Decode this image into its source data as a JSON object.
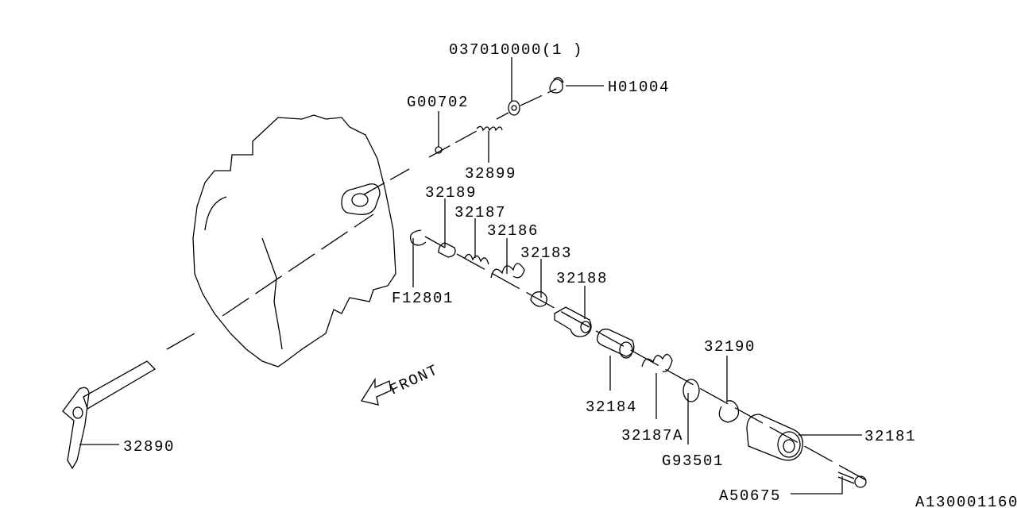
{
  "parts": {
    "washer": "037010000(1 )",
    "plug": "H01004",
    "ball": "G00702",
    "spring_top": "32899",
    "part_32189": "32189",
    "part_32187": "32187",
    "part_32186": "32186",
    "part_32183": "32183",
    "part_32188": "32188",
    "snap_ring_f": "F12801",
    "part_32184": "32184",
    "part_32187a": "32187A",
    "o_ring": "G93501",
    "part_32190": "32190",
    "part_32181": "32181",
    "bolt": "A50675",
    "shaft": "32890"
  },
  "direction_label": "FRONT",
  "diagram_id": "A130001160"
}
